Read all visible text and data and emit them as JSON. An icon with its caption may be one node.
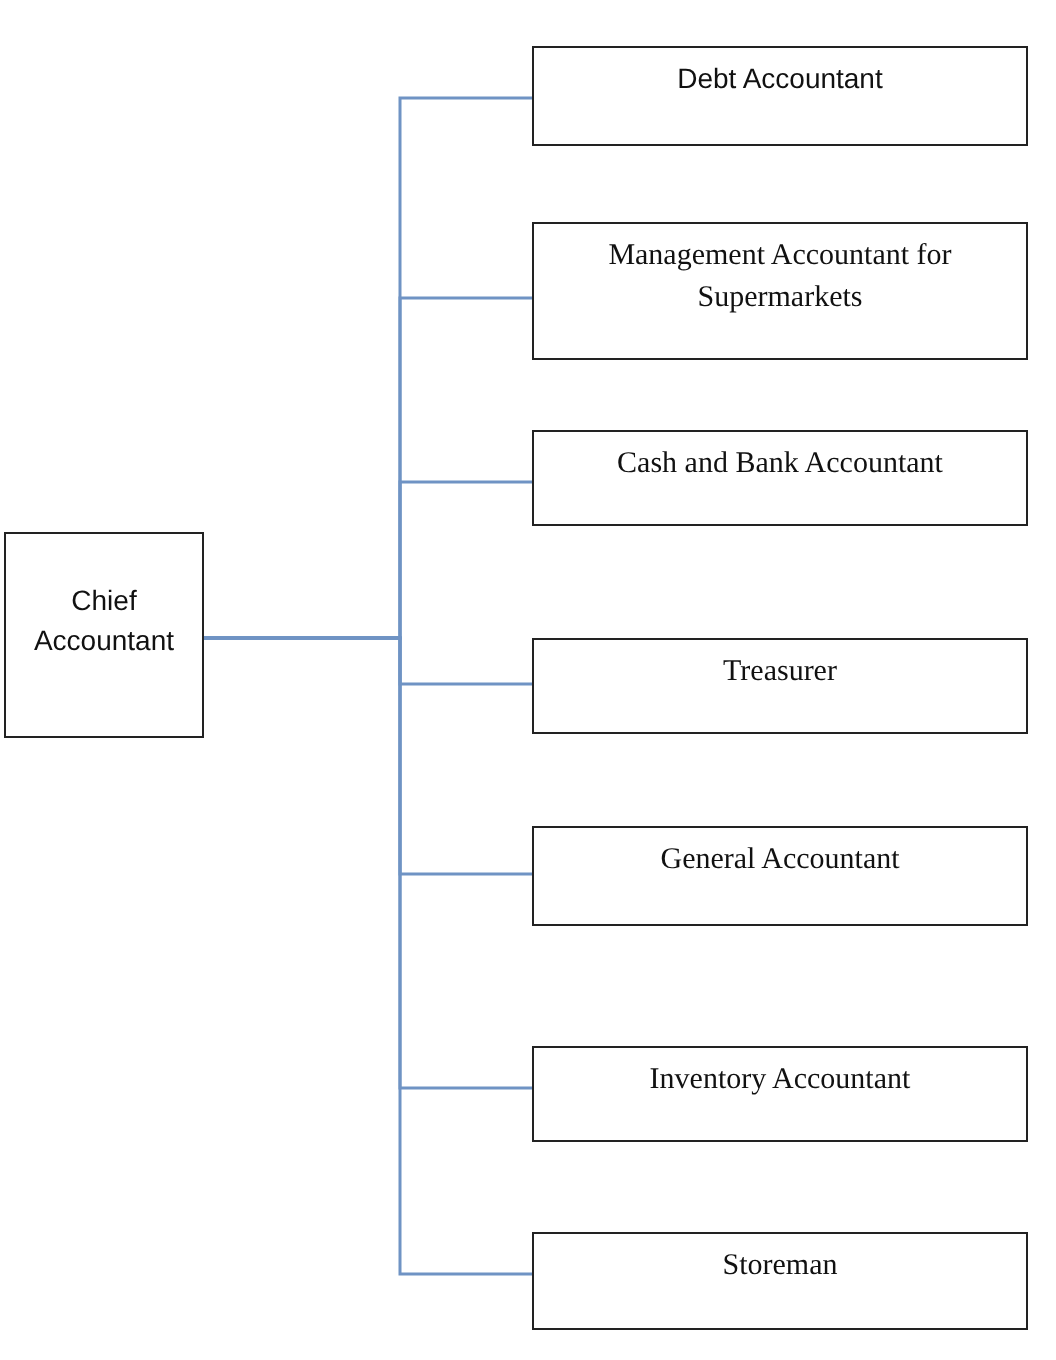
{
  "diagram": {
    "nodes": [
      {
        "text": [
          "Chief Accountant"
        ]
      },
      {
        "text": [
          "Debt Accountant"
        ]
      },
      {
        "text": [
          "Management Accountant for Supermarkets"
        ]
      },
      {
        "text": [
          "Cash and Bank Accountant"
        ]
      },
      {
        "text": [
          "Treasurer"
        ]
      },
      {
        "text": [
          "General Accountant"
        ]
      },
      {
        "text": [
          "Inventory Accountant"
        ]
      },
      {
        "text": [
          "Storeman"
        ]
      }
    ],
    "edges": [
      {
        "from": 0,
        "to": 1,
        "arrow": "none"
      },
      {
        "from": 0,
        "to": 2,
        "arrow": "none"
      },
      {
        "from": 0,
        "to": 3,
        "arrow": "none"
      },
      {
        "from": 0,
        "to": 4,
        "arrow": "none"
      },
      {
        "from": 0,
        "to": 5,
        "arrow": "none"
      },
      {
        "from": 0,
        "to": 6,
        "arrow": "none"
      },
      {
        "from": 0,
        "to": 7,
        "arrow": "none"
      }
    ]
  }
}
